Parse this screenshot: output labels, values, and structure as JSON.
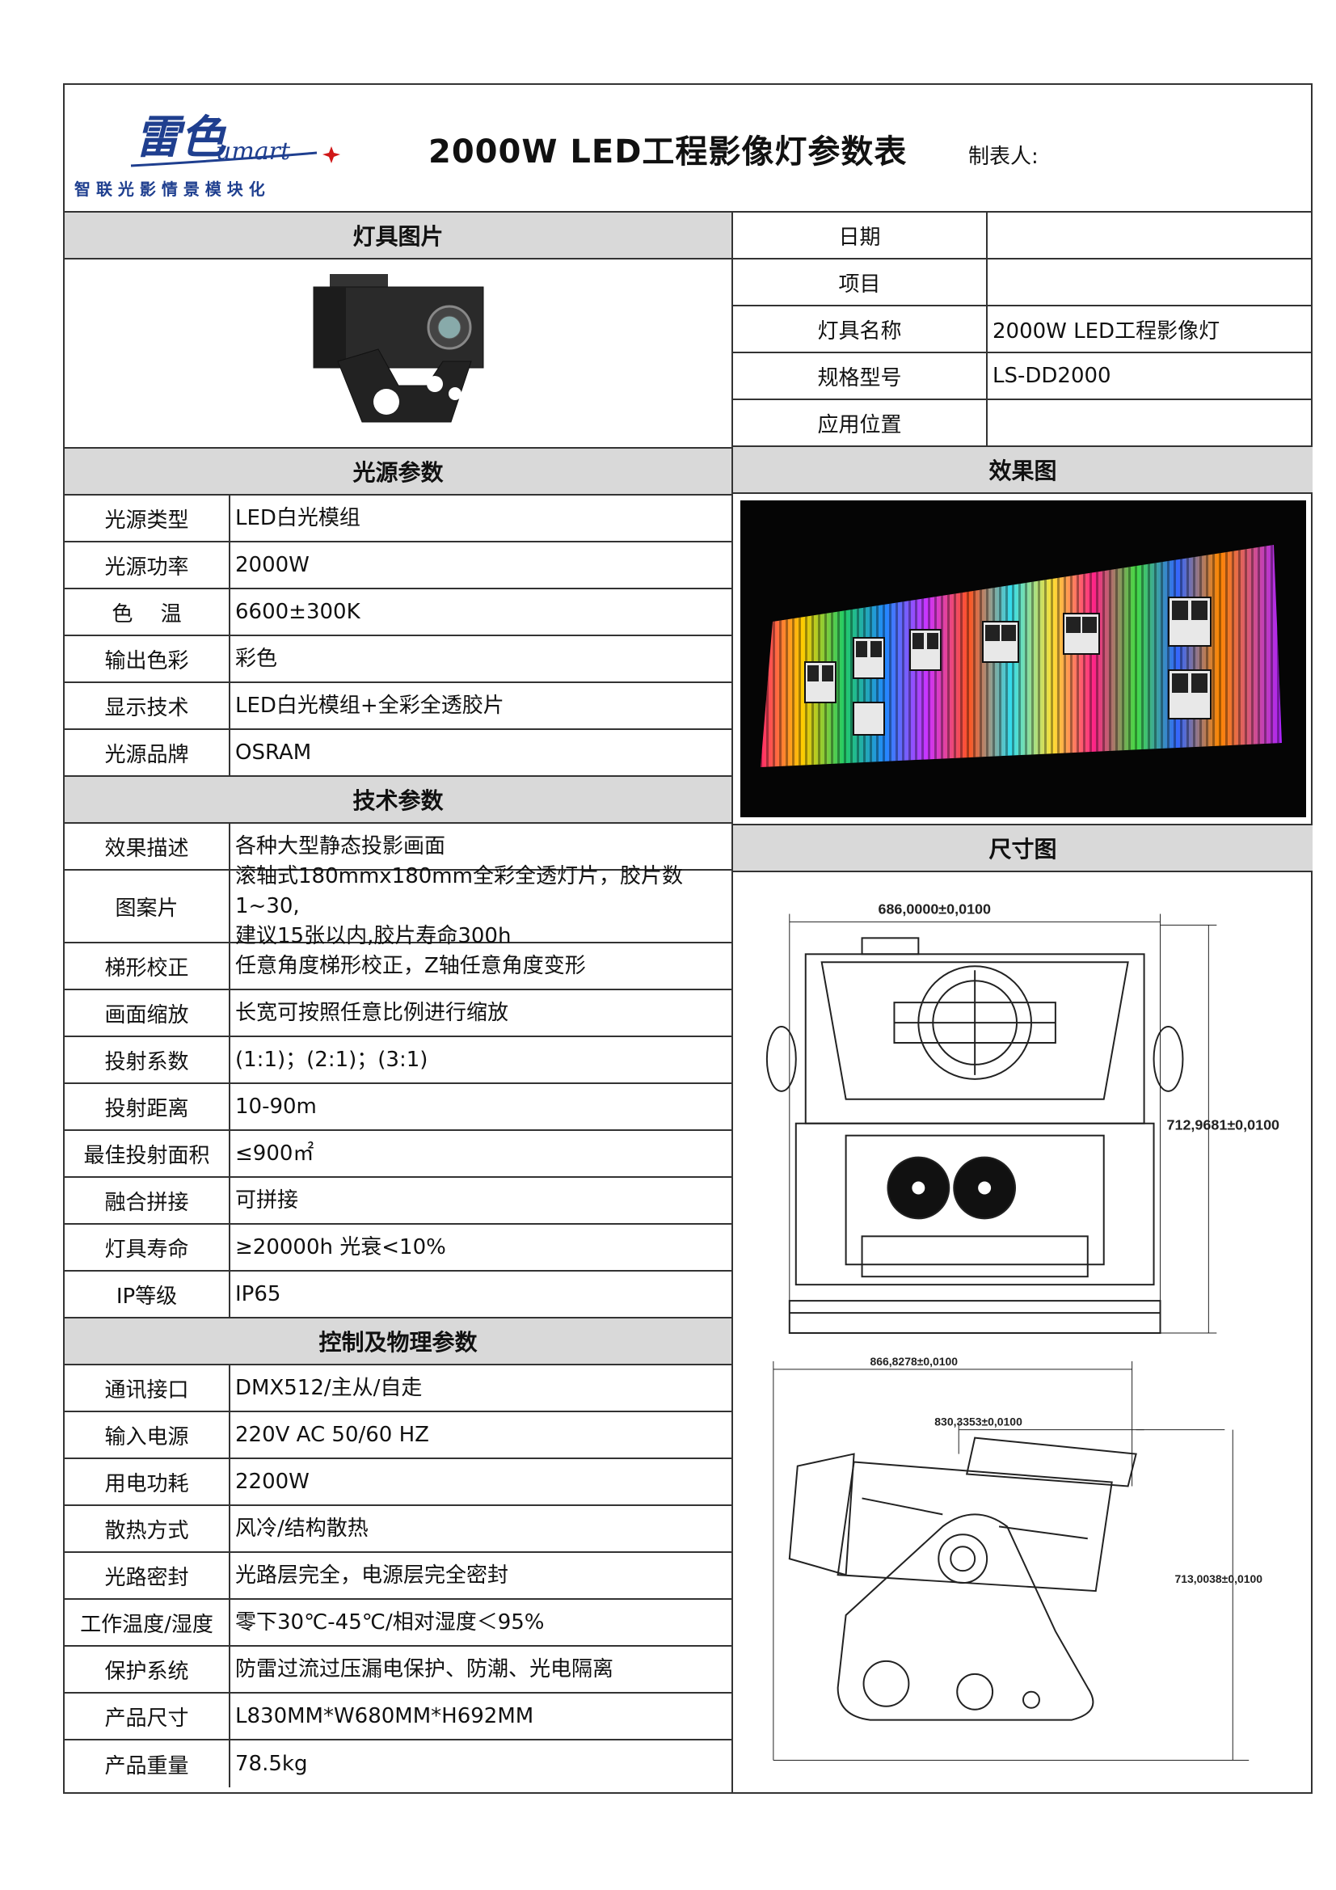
{
  "header": {
    "title": "2000W LED工程影像灯参数表",
    "maker_label": "制表人:",
    "logo": {
      "brand_text": "雷色",
      "sub_brand": "umart",
      "slogan": "智 联 光 影 情 景 模 块 化"
    }
  },
  "left": {
    "fixture_photo_title": "灯具图片",
    "light_source": {
      "title": "光源参数",
      "rows": [
        {
          "k": "光源类型",
          "v": "LED白光模组"
        },
        {
          "k": "光源功率",
          "v": "2000W"
        },
        {
          "k": "色　 温",
          "v": "6600±300K"
        },
        {
          "k": "输出色彩",
          "v": "彩色"
        },
        {
          "k": "显示技术",
          "v": "LED白光模组+全彩全透胶片"
        },
        {
          "k": "光源品牌",
          "v": "OSRAM"
        }
      ]
    },
    "tech": {
      "title": "技术参数",
      "rows": [
        {
          "k": "效果描述",
          "v": "各种大型静态投影画面"
        },
        {
          "k": "图案片",
          "v": "滚轴式180mmx180mm全彩全透灯片，胶片数1~30,",
          "v2": "建议15张以内,胶片寿命300h"
        },
        {
          "k": "梯形校正",
          "v": "任意角度梯形校正，Z轴任意角度变形"
        },
        {
          "k": "画面缩放",
          "v": "长宽可按照任意比例进行缩放"
        },
        {
          "k": "投射系数",
          "v": "(1:1)；(2:1)；(3:1)"
        },
        {
          "k": "投射距离",
          "v": "10-90m"
        },
        {
          "k": "最佳投射面积",
          "v": "≤900㎡"
        },
        {
          "k": "融合拼接",
          "v": "可拼接"
        },
        {
          "k": "灯具寿命",
          "v": "≥20000h 光衰<10%"
        },
        {
          "k": "IP等级",
          "v": "IP65"
        }
      ]
    },
    "control": {
      "title": "控制及物理参数",
      "rows": [
        {
          "k": "通讯接口",
          "v": "DMX512/主从/自走"
        },
        {
          "k": "输入电源",
          "v": "220V AC 50/60 HZ"
        },
        {
          "k": "用电功耗",
          "v": "2200W"
        },
        {
          "k": "散热方式",
          "v": "风冷/结构散热"
        },
        {
          "k": "光路密封",
          "v": "光路层完全，电源层完全密封"
        },
        {
          "k": "工作温度/湿度",
          "v": "零下30℃-45℃/相对湿度＜95%"
        },
        {
          "k": "保护系统",
          "v": "防雷过流过压漏电保护、防潮、光电隔离"
        },
        {
          "k": "产品尺寸",
          "v": "L830MM*W680MM*H692MM"
        },
        {
          "k": "产品重量",
          "v": "78.5kg"
        }
      ]
    }
  },
  "right": {
    "info_rows": [
      {
        "k": "日期",
        "v": ""
      },
      {
        "k": "项目",
        "v": ""
      },
      {
        "k": "灯具名称",
        "v": "2000W LED工程影像灯"
      },
      {
        "k": "规格型号",
        "v": "LS-DD2000"
      },
      {
        "k": "应用位置",
        "v": ""
      }
    ],
    "effect_title": "效果图",
    "dims_title": "尺寸图",
    "dims": {
      "front_width": "686,0000±0,0100",
      "front_height": "712,9681±0,0100",
      "side_length": "866,8278±0,0100",
      "side_top": "830,3353±0,0100",
      "side_height": "713,0038±0,0100"
    }
  },
  "colors": {
    "section_bg": "#d9d9d9",
    "border": "#333333",
    "logo_blue": "#1f3f8f",
    "logo_red": "#d01818"
  }
}
